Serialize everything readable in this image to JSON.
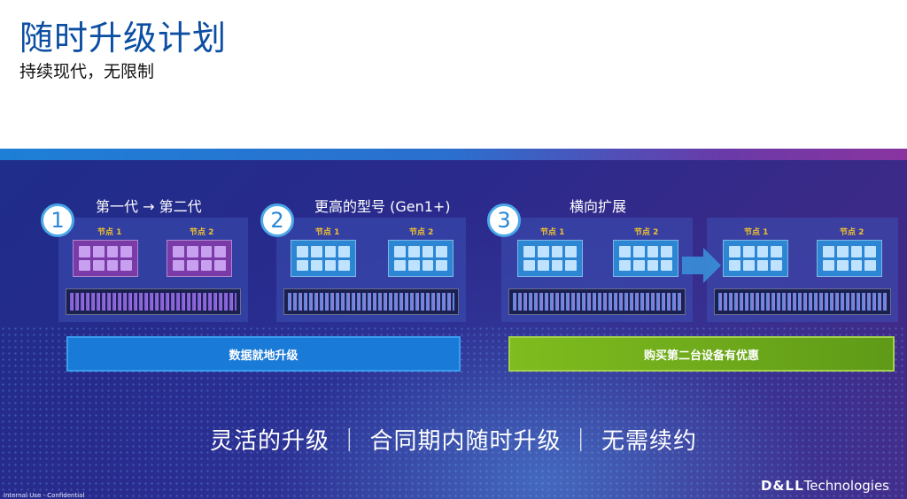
{
  "header": {
    "title": "随时升级计划",
    "subtitle": "持续现代，无限制"
  },
  "stages": [
    {
      "number": "1",
      "title": "第一代 → 第二代",
      "node1": "节点 1",
      "node2": "节点 2"
    },
    {
      "number": "2",
      "title": "更高的型号 (Gen1+)",
      "node1": "节点 1",
      "node2": "节点 2"
    },
    {
      "number": "3",
      "title": "横向扩展",
      "node1": "节点 1",
      "node2": "节点 2",
      "node3": "节点 1",
      "node4": "节点 2"
    }
  ],
  "buttons": {
    "in_place_upgrade": "数据就地升级",
    "second_device_discount": "购买第二台设备有优惠"
  },
  "tagline": "灵活的升级 ｜ 合同期内随时升级 ｜ 无需续约",
  "footer": {
    "classification": "Internal Use - Confidential",
    "logo_brand": "D&LL",
    "logo_suffix": "Technologies"
  },
  "colors": {
    "title_blue": "#0b4ea2",
    "band_start": "#1f2d8a",
    "band_end": "#462a86",
    "node_label": "#f2c12e",
    "button_blue": "#1a7ad8",
    "button_green": "#7fbc1e",
    "server_purple": "#7a3aa8",
    "server_blue": "#2c86d4"
  },
  "icons": [
    "arrow-right-icon",
    "server-icon",
    "drive-array-icon"
  ]
}
